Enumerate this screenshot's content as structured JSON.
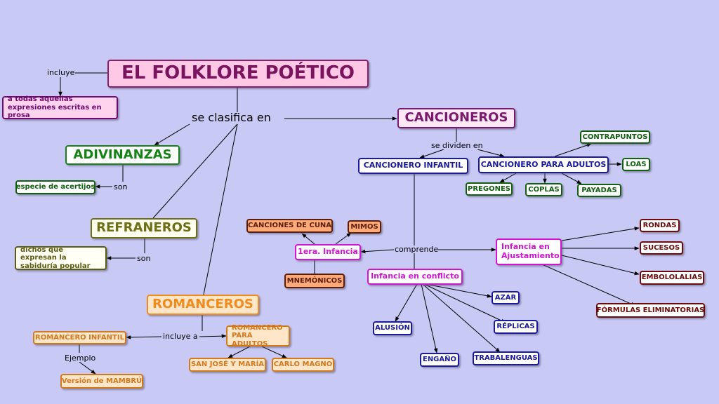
{
  "title": "EL FOLKLORE POÉTICO",
  "links": {
    "incluye": "incluye",
    "se_clasifica_en": "se clasifica en",
    "son_adivinanzas": "son",
    "son_refraneros": "son",
    "incluye_a": "incluye a",
    "ejemplo": "Ejemplo",
    "se_dividen_en": "se dividen en",
    "comprende": "comprende"
  },
  "nodes": {
    "prosa": "a todas aquellas expresiones escritas en prosa",
    "adivinanzas": "ADIVINANZAS",
    "acertijos": "especie de acertijos",
    "refraneros": "REFRANEROS",
    "dichos": "dichos que expresan la sabiduría popular",
    "romanceros": "ROMANCEROS",
    "romancero_infantil": "ROMANCERO INFANTIL",
    "romancero_adultos": "ROMANCERO PARA ADULTOS",
    "san_jose": "SAN JOSÉ Y MARÍA",
    "carlo_magno": "CARLO MAGNO",
    "mambru": "Versión de MAMBRÚ",
    "cancioneros": "CANCIONEROS",
    "cancionero_infantil": "CANCIONERO INFANTIL",
    "cancionero_adultos": "CANCIONERO PARA ADULTOS",
    "contrapuntos": "CONTRAPUNTOS",
    "loas": "LOAS",
    "pregones": "PREGONES",
    "coplas": "COPLAS",
    "payadas": "PAYADAS",
    "canciones_cuna": "CANCIONES DE CUNA",
    "mimos": "MIMOS",
    "primera_infancia": "1era. Infancia",
    "mnemonicos": "MNEMÓNICOS",
    "infancia_conflicto": "Infancia en conflicto",
    "infancia_ajustamiento": "Infancia en Ajustamiento",
    "rondas": "RONDAS",
    "sucesos": "SUCESOS",
    "embololalias": "EMBOLOLALIAS",
    "formulas": "FÓRMULAS ELIMINATORIAS",
    "azar": "AZAR",
    "replicas": "RÉPLICAS",
    "alusion": "ALUSIÓN",
    "engano": "ENGAÑO",
    "trabalenguas": "TRABALENGUAS"
  }
}
